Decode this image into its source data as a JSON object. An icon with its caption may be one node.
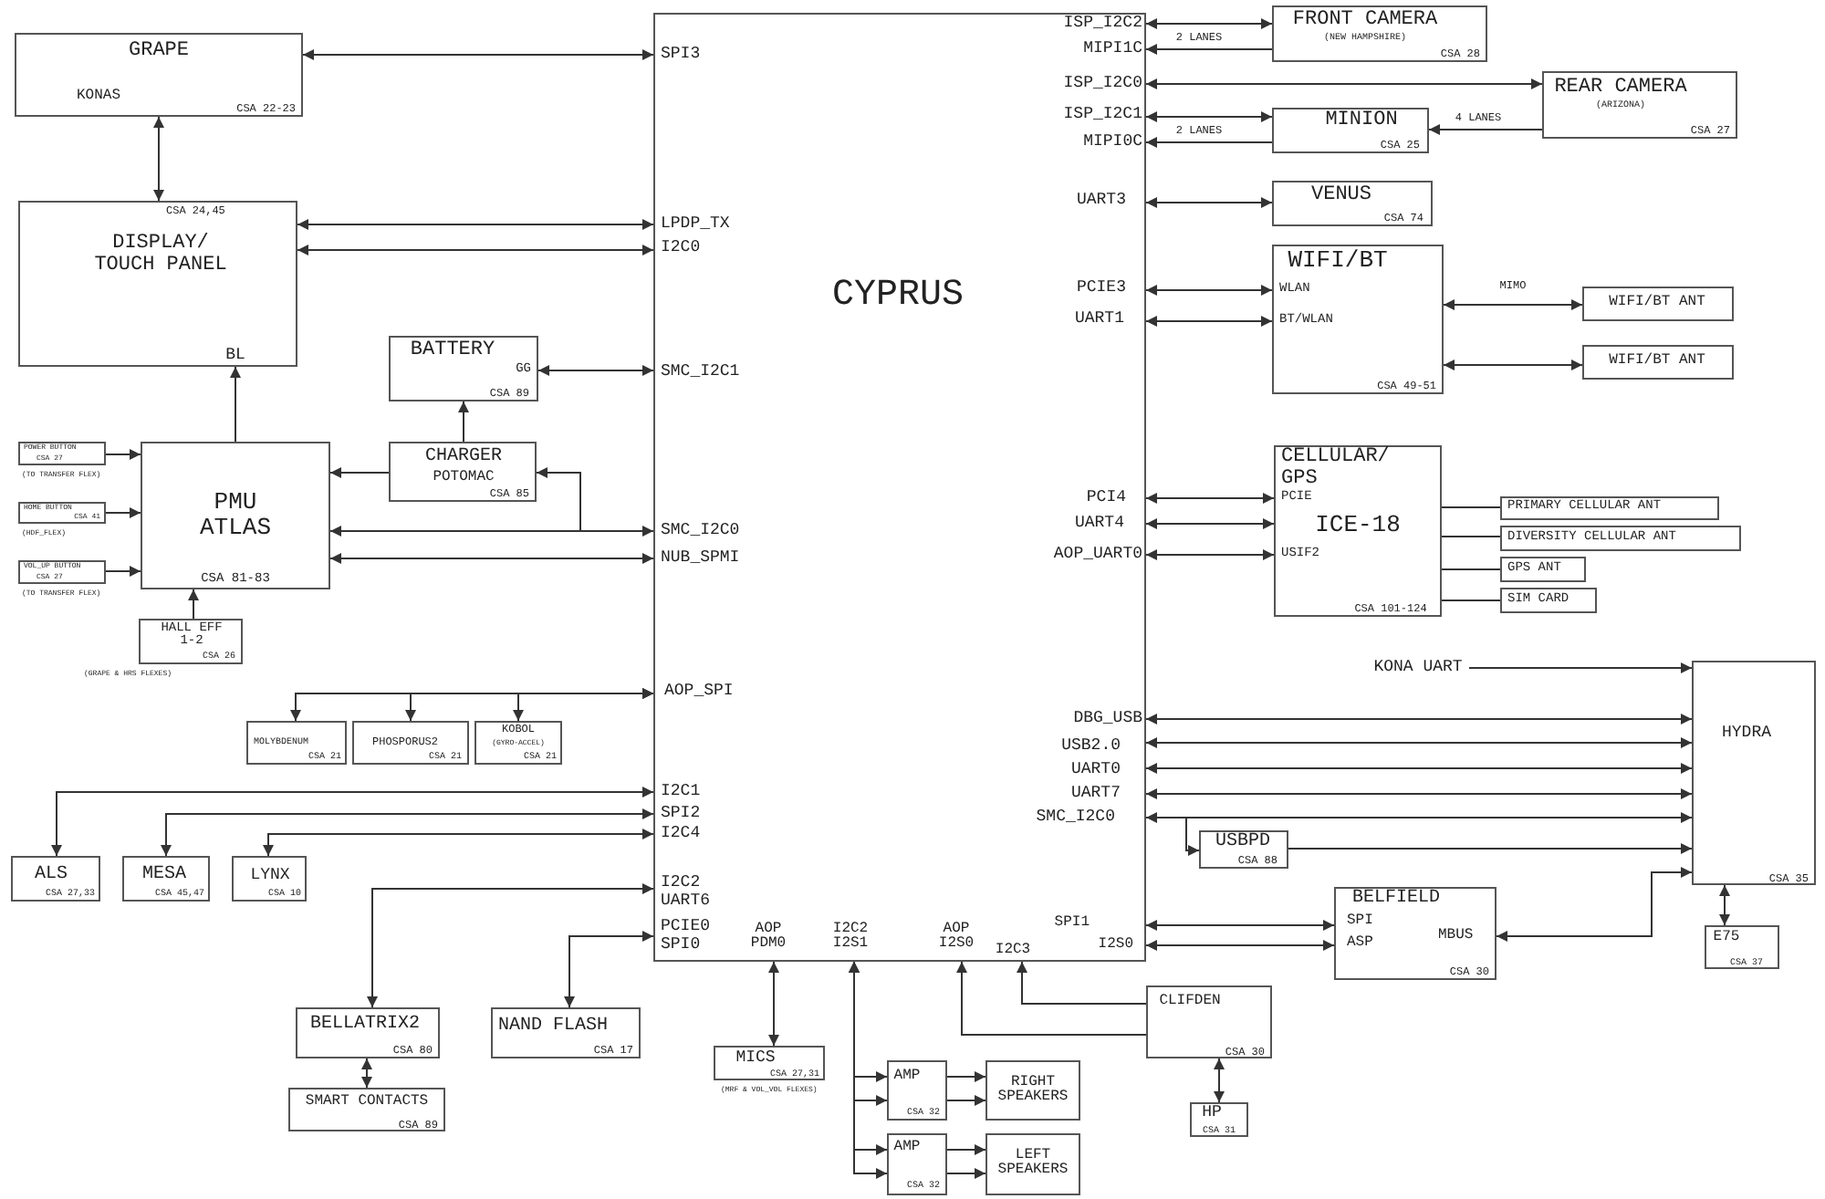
{
  "diagram": {
    "nodes": [
      {
        "text": [
          "GRAPE",
          "KONAS",
          "CSA 22-23"
        ]
      },
      {
        "text": [
          "CSA 24,45",
          "DISPLAY/ TOUCH PANEL",
          "BL"
        ]
      },
      {
        "text": [
          "CYPRUS",
          "SPI3",
          "LPDP_TX",
          "I2C0",
          "SMC_I2C1",
          "SMC_I2C0",
          "NUB_SPMI",
          "AOP_SPI",
          "I2C1",
          "SPI2",
          "I2C4",
          "I2C2",
          "UART6",
          "PCIE0",
          "SPI0",
          "AOP PDM0",
          "I2C2 I2S1",
          "AOP I2S0",
          "I2C3",
          "ISP_I2C2",
          "MIPI1C",
          "ISP_I2C0",
          "ISP_I2C1",
          "MIPI0C",
          "UART3",
          "PCIE3",
          "UART1",
          "PCI4",
          "UART4",
          "AOP_UART0",
          "DBG_USB",
          "USB2.0",
          "UART0",
          "UART7",
          "SMC_I2C0",
          "SPI1",
          "I2S0"
        ]
      },
      {
        "text": [
          "FRONT CAMERA",
          "(NEW HAMPSHIRE)",
          "CSA 28"
        ]
      },
      {
        "text": [
          "REAR CAMERA",
          "(ARIZONA)",
          "CSA 27"
        ]
      },
      {
        "text": [
          "MINION",
          "CSA 25"
        ]
      },
      {
        "text": [
          "VENUS",
          "CSA 74"
        ]
      },
      {
        "text": [
          "WIFI/BT",
          "WLAN",
          "BT/WLAN",
          "CSA 49-51"
        ]
      },
      {
        "text": [
          "WIFI/BT ANT"
        ]
      },
      {
        "text": [
          "WIFI/BT ANT"
        ]
      },
      {
        "text": [
          "BATTERY",
          "GG",
          "CSA 89"
        ]
      },
      {
        "text": [
          "CHARGER",
          "POTOMAC",
          "CSA 85"
        ]
      },
      {
        "text": [
          "POWER BUTTON",
          "CSA 27"
        ],
        "beside": [
          "(TO TRANSFER FLEX)"
        ]
      },
      {
        "text": [
          "HOME BUTTON",
          "CSA 41"
        ],
        "beside": [
          "(HDF_FLEX)"
        ]
      },
      {
        "text": [
          "VOL_UP BUTTON",
          "CSA 27"
        ],
        "beside": [
          "(TO TRANSFER FLEX)"
        ]
      },
      {
        "text": [
          "PMU ATLAS",
          "CSA 81-83"
        ]
      },
      {
        "text": [
          "HALL EFF 1-2",
          "CSA 26"
        ],
        "beside": [
          "(GRAPE & HRS FLEXES)"
        ]
      },
      {
        "text": [
          "CELLULAR/ GPS",
          "PCIE",
          "ICE-18",
          "USIF2",
          "CSA 101-124"
        ]
      },
      {
        "text": [
          "PRIMARY CELLULAR ANT"
        ]
      },
      {
        "text": [
          "DIVERSITY CELLULAR ANT"
        ]
      },
      {
        "text": [
          "GPS ANT"
        ]
      },
      {
        "text": [
          "SIM CARD"
        ]
      },
      {
        "text": [
          "MOLYBDENUM",
          "CSA 21"
        ]
      },
      {
        "text": [
          "PHOSPORUS2",
          "CSA 21"
        ]
      },
      {
        "text": [
          "KOBOL",
          "(GYRO-ACCEL)",
          "CSA 21"
        ]
      },
      {
        "text": [
          "HYDRA",
          "CSA 35"
        ]
      },
      {
        "text": [
          "KONA UART"
        ]
      },
      {
        "text": [
          "ALS",
          "CSA 27,33"
        ]
      },
      {
        "text": [
          "MESA",
          "CSA 45,47"
        ]
      },
      {
        "text": [
          "LYNX",
          "CSA 10"
        ]
      },
      {
        "text": [
          "USBPD",
          "CSA 88"
        ]
      },
      {
        "text": [
          "BELFIELD",
          "SPI",
          "ASP",
          "MBUS",
          "CSA 30"
        ]
      },
      {
        "text": [
          "E75",
          "CSA 37"
        ]
      },
      {
        "text": [
          "BELLATRIX2",
          "CSA 80"
        ]
      },
      {
        "text": [
          "NAND FLASH",
          "CSA 17"
        ]
      },
      {
        "text": [
          "CLIFDEN",
          "CSA 30"
        ]
      },
      {
        "text": [
          "SMART CONTACTS",
          "CSA 89"
        ]
      },
      {
        "text": [
          "MICS",
          "CSA 27,31"
        ],
        "beside": [
          "(MRF & VOL_VOL FLEXES)"
        ]
      },
      {
        "text": [
          "AMP",
          "CSA 32"
        ]
      },
      {
        "text": [
          "RIGHT SPEAKERS"
        ]
      },
      {
        "text": [
          "AMP",
          "CSA 32"
        ]
      },
      {
        "text": [
          "LEFT SPEAKERS"
        ]
      },
      {
        "text": [
          "HP",
          "CSA 31"
        ]
      }
    ],
    "edges": [
      {
        "from": 0,
        "to": 2,
        "arrow": "both"
      },
      {
        "from": 0,
        "to": 1,
        "arrow": "both"
      },
      {
        "from": 1,
        "to": 2,
        "arrow": "both"
      },
      {
        "from": 1,
        "to": 2,
        "arrow": "both"
      },
      {
        "from": 2,
        "to": 3,
        "arrow": "both"
      },
      {
        "from": 3,
        "to": 2,
        "arrow": "to",
        "label": "2 LANES"
      },
      {
        "from": 2,
        "to": 4,
        "arrow": "both"
      },
      {
        "from": 2,
        "to": 5,
        "arrow": "both"
      },
      {
        "from": 5,
        "to": 2,
        "arrow": "to",
        "label": "2 LANES"
      },
      {
        "from": 4,
        "to": 5,
        "arrow": "to",
        "label": "4 LANES"
      },
      {
        "from": 2,
        "to": 6,
        "arrow": "both"
      },
      {
        "from": 2,
        "to": 7,
        "arrow": "both"
      },
      {
        "from": 2,
        "to": 7,
        "arrow": "both"
      },
      {
        "from": 7,
        "to": 8,
        "arrow": "both",
        "label": "MIMO"
      },
      {
        "from": 7,
        "to": 9,
        "arrow": "both"
      },
      {
        "from": 10,
        "to": 2,
        "arrow": "both"
      },
      {
        "from": 11,
        "to": 10,
        "arrow": "to"
      },
      {
        "from": 15,
        "to": 1,
        "arrow": "to"
      },
      {
        "from": 11,
        "to": 15,
        "arrow": "to"
      },
      {
        "from": 15,
        "to": 2,
        "arrow": "both"
      },
      {
        "from": 2,
        "to": 11,
        "arrow": "to"
      },
      {
        "from": 15,
        "to": 2,
        "arrow": "both"
      },
      {
        "from": 12,
        "to": 15,
        "arrow": "to"
      },
      {
        "from": 13,
        "to": 15,
        "arrow": "to"
      },
      {
        "from": 14,
        "to": 15,
        "arrow": "to"
      },
      {
        "from": 16,
        "to": 15,
        "arrow": "to"
      },
      {
        "from": 2,
        "to": 17,
        "arrow": "both"
      },
      {
        "from": 2,
        "to": 17,
        "arrow": "both"
      },
      {
        "from": 2,
        "to": 17,
        "arrow": "both"
      },
      {
        "from": 17,
        "to": 18,
        "arrow": "none"
      },
      {
        "from": 17,
        "to": 19,
        "arrow": "none"
      },
      {
        "from": 17,
        "to": 20,
        "arrow": "none"
      },
      {
        "from": 17,
        "to": 21,
        "arrow": "none"
      },
      {
        "from": 22,
        "to": 2,
        "arrow": "both"
      },
      {
        "from": 23,
        "to": 2,
        "arrow": "both"
      },
      {
        "from": 24,
        "to": 2,
        "arrow": "both"
      },
      {
        "from": 26,
        "to": 25,
        "arrow": "to"
      },
      {
        "from": 2,
        "to": 25,
        "arrow": "both"
      },
      {
        "from": 2,
        "to": 25,
        "arrow": "both"
      },
      {
        "from": 2,
        "to": 25,
        "arrow": "both"
      },
      {
        "from": 2,
        "to": 25,
        "arrow": "both"
      },
      {
        "from": 2,
        "to": 25,
        "arrow": "both"
      },
      {
        "from": 27,
        "to": 2,
        "arrow": "both"
      },
      {
        "from": 28,
        "to": 2,
        "arrow": "both"
      },
      {
        "from": 29,
        "to": 2,
        "arrow": "both"
      },
      {
        "from": 2,
        "to": 30,
        "arrow": "to"
      },
      {
        "from": 30,
        "to": 25,
        "arrow": "to"
      },
      {
        "from": 2,
        "to": 31,
        "arrow": "both"
      },
      {
        "from": 2,
        "to": 31,
        "arrow": "both"
      },
      {
        "from": 31,
        "to": 25,
        "arrow": "both"
      },
      {
        "from": 25,
        "to": 32,
        "arrow": "both"
      },
      {
        "from": 33,
        "to": 2,
        "arrow": "both"
      },
      {
        "from": 34,
        "to": 2,
        "arrow": "both"
      },
      {
        "from": 35,
        "to": 2,
        "arrow": "to"
      },
      {
        "from": 35,
        "to": 2,
        "arrow": "to"
      },
      {
        "from": 36,
        "to": 33,
        "arrow": "both"
      },
      {
        "from": 2,
        "to": 37,
        "arrow": "both"
      },
      {
        "from": 2,
        "to": 38,
        "arrow": "both"
      },
      {
        "from": 2,
        "to": 38,
        "arrow": "both"
      },
      {
        "from": 2,
        "to": 40,
        "arrow": "both"
      },
      {
        "from": 2,
        "to": 40,
        "arrow": "both"
      },
      {
        "from": 38,
        "to": 39,
        "arrow": "to"
      },
      {
        "from": 38,
        "to": 39,
        "arrow": "to"
      },
      {
        "from": 40,
        "to": 41,
        "arrow": "to"
      },
      {
        "from": 40,
        "to": 41,
        "arrow": "to"
      },
      {
        "from": 35,
        "to": 42,
        "arrow": "both"
      }
    ]
  }
}
